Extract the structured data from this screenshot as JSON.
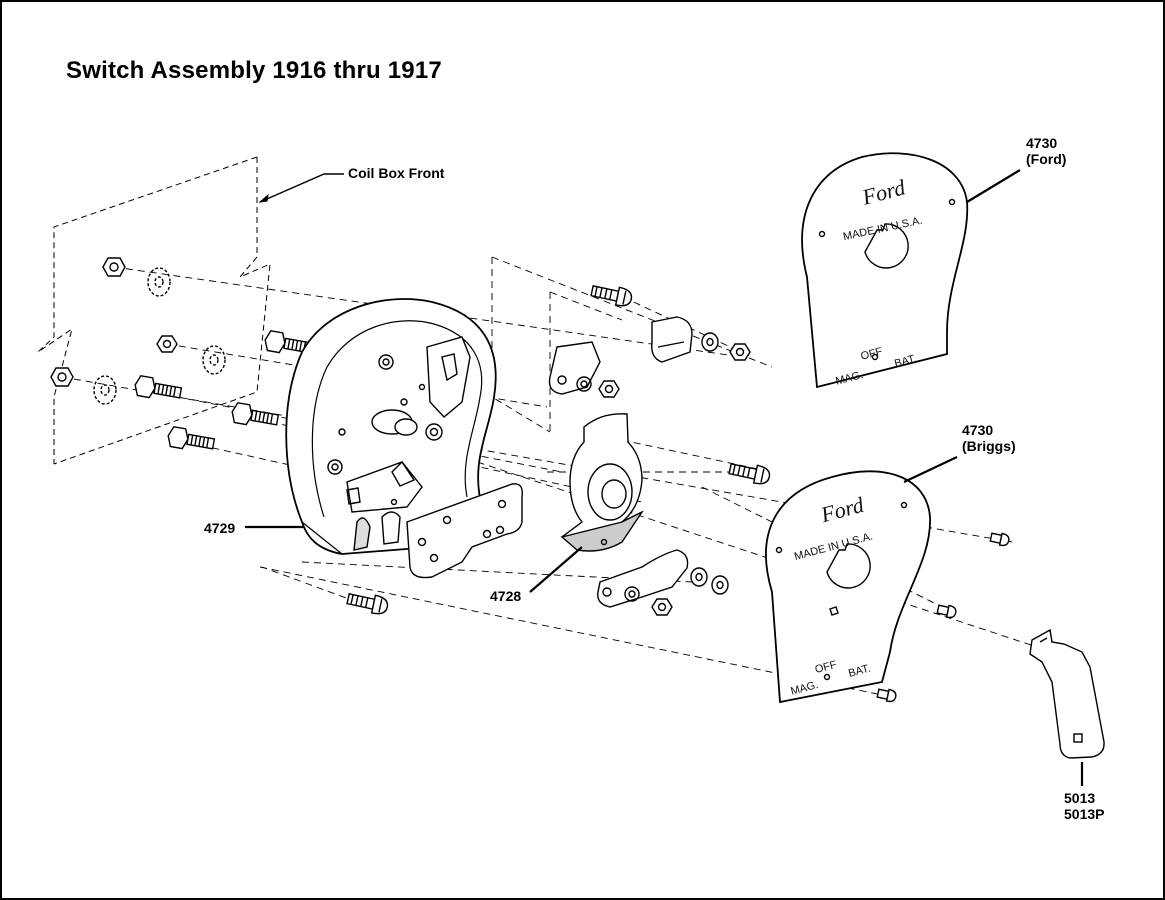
{
  "title": "Switch Assembly 1916 thru 1917",
  "labels": {
    "coil_box_front": "Coil Box Front",
    "part_4730_ford_num": "4730",
    "part_4730_ford_variant": "(Ford)",
    "part_4730_briggs_num": "4730",
    "part_4730_briggs_variant": "(Briggs)",
    "part_4729": "4729",
    "part_4728": "4728",
    "part_5013": "5013",
    "part_5013p": "5013P"
  },
  "plates": {
    "ford": {
      "logo": "Ford",
      "made_in": "MADE IN U.S.A.",
      "off": "OFF",
      "mag": "MAG.",
      "bat": "BAT."
    },
    "briggs": {
      "logo": "Ford",
      "made_in": "MADE IN U.S.A.",
      "off": "OFF",
      "mag": "MAG.",
      "bat": "BAT."
    }
  }
}
